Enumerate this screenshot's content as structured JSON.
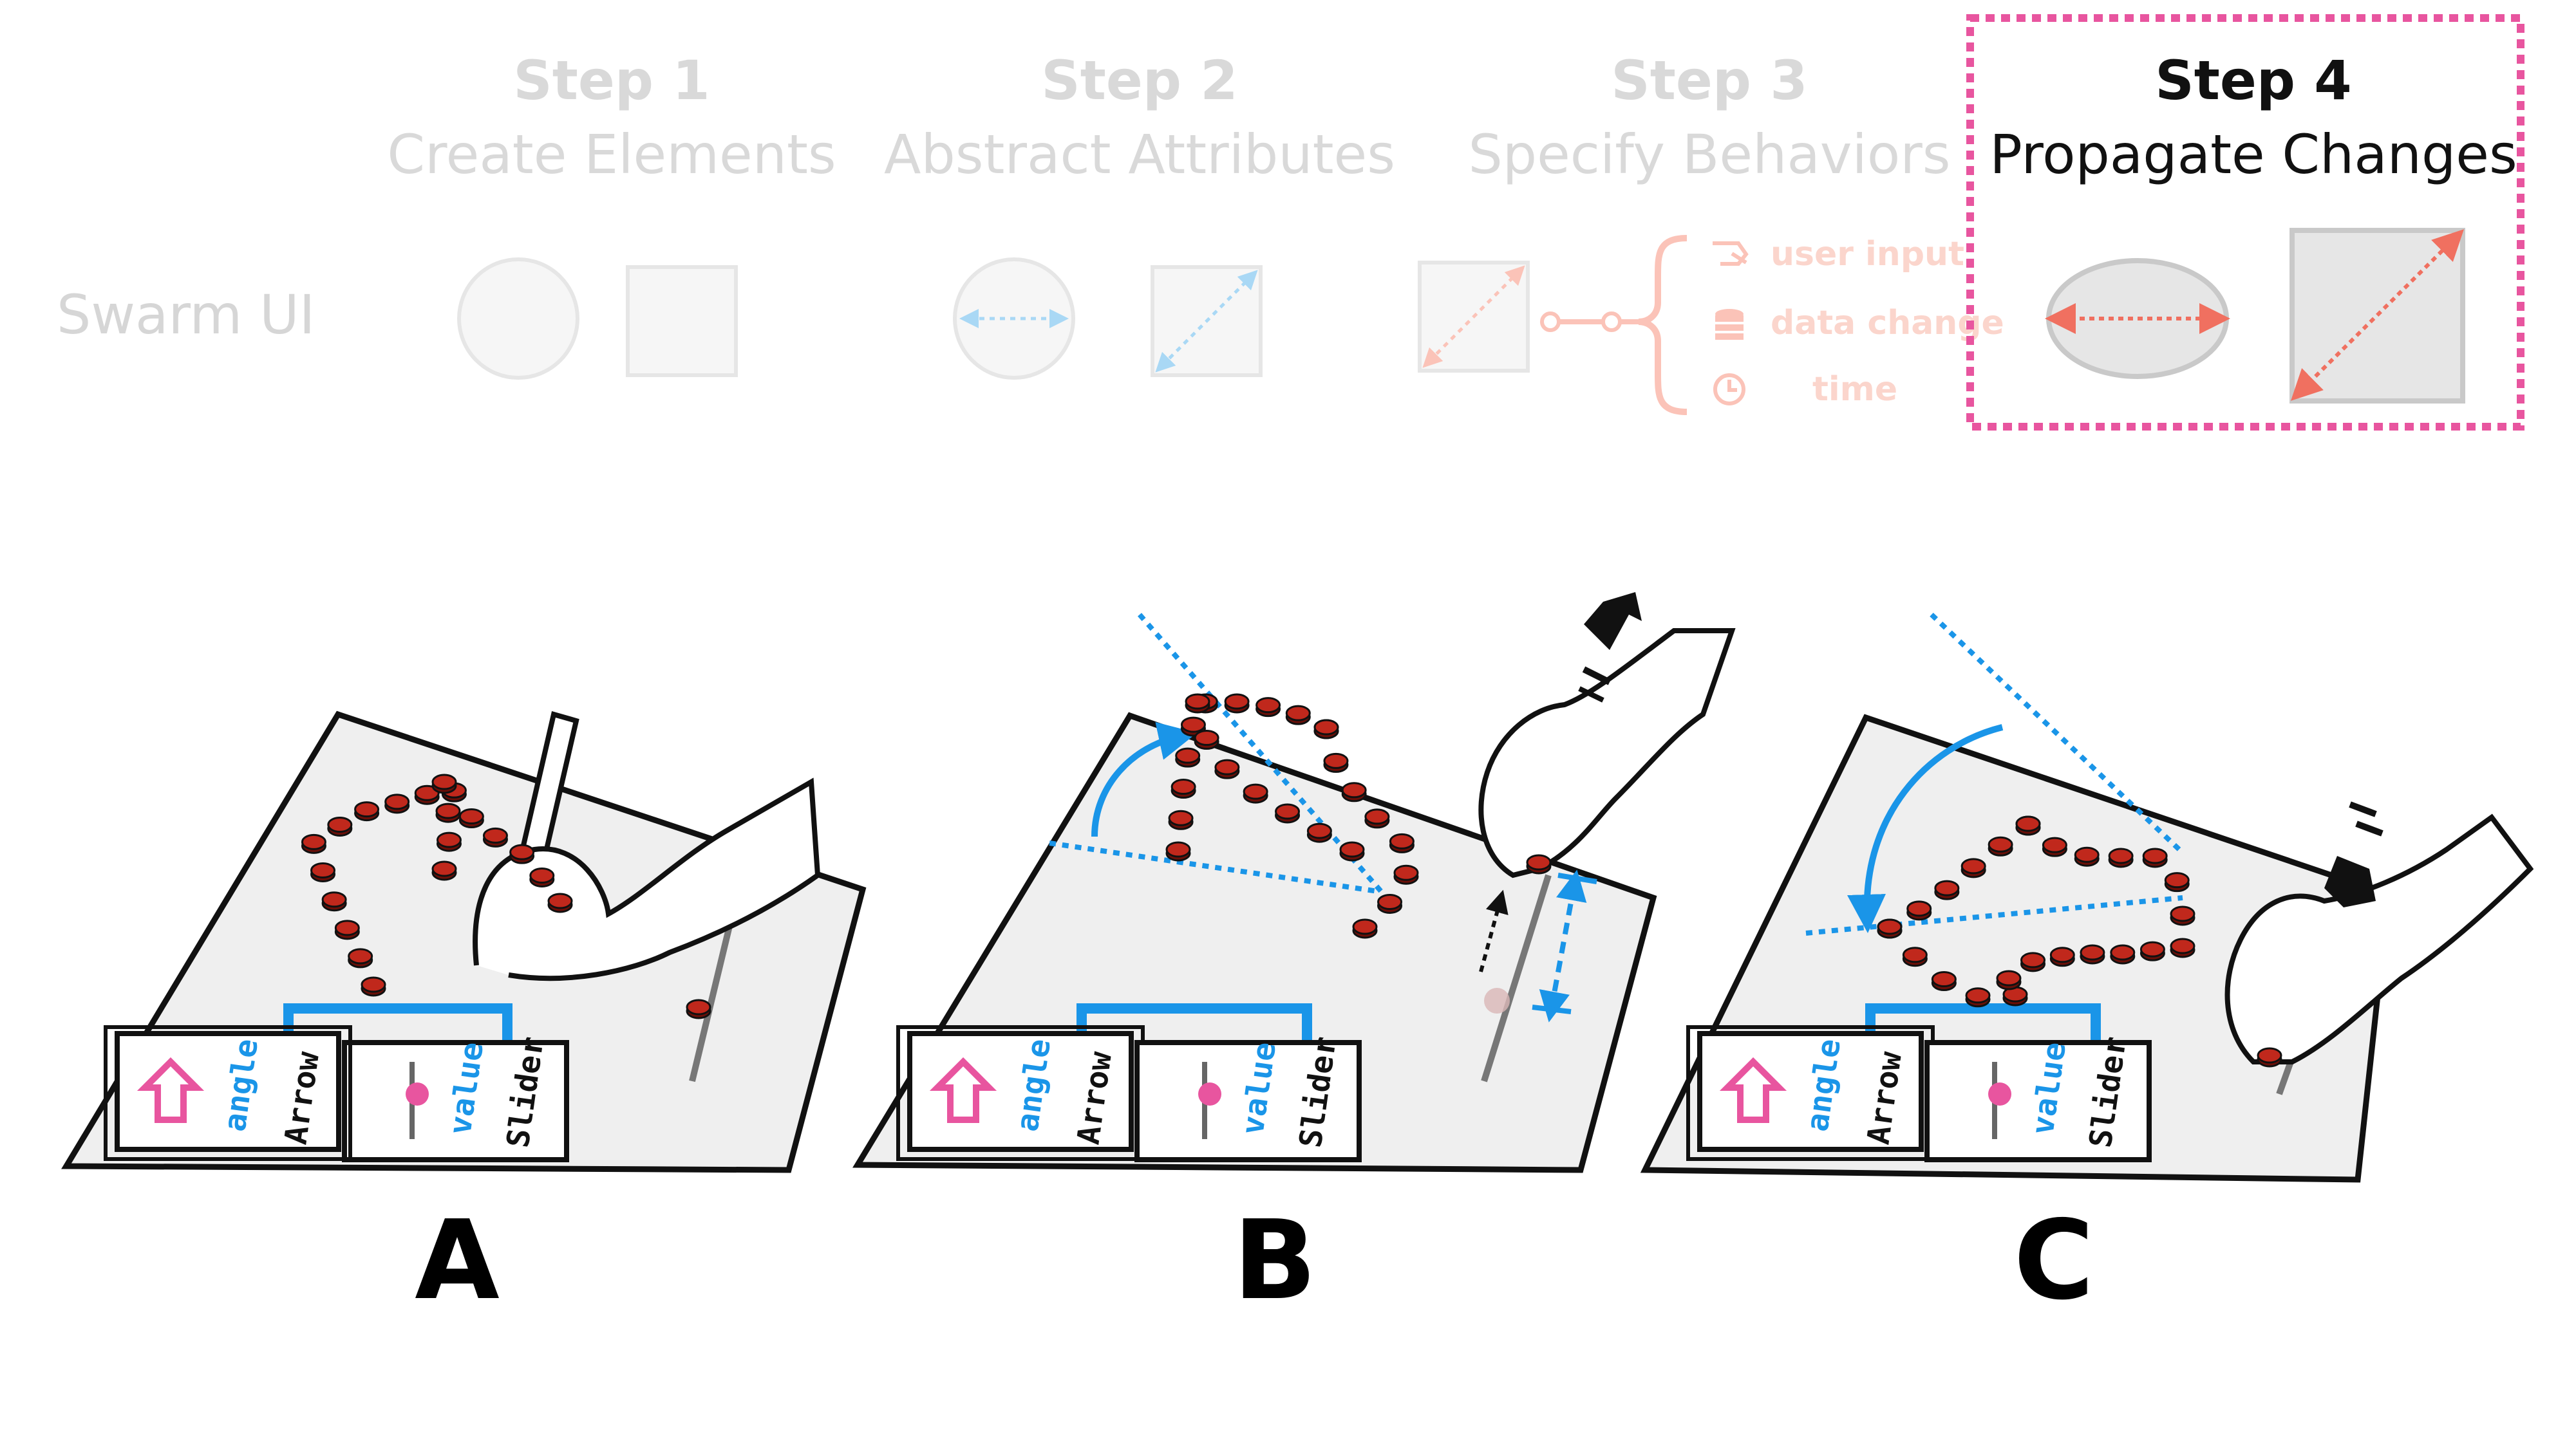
{
  "steps": [
    {
      "number": "Step 1",
      "name": "Create Elements",
      "active": false
    },
    {
      "number": "Step 2",
      "name": "Abstract Attributes",
      "active": false
    },
    {
      "number": "Step 3",
      "name": "Specify Behaviors",
      "active": false
    },
    {
      "number": "Step 4",
      "name": "Propagate Changes",
      "active": true
    }
  ],
  "row_label": "Swarm UI",
  "triggers": [
    {
      "label": "user input",
      "icon": "hand-icon"
    },
    {
      "label": "data change",
      "icon": "database-icon"
    },
    {
      "label": "time",
      "icon": "clock-icon"
    }
  ],
  "panels": [
    {
      "letter": "A",
      "card1": {
        "attr": "angle",
        "name": "Arrow"
      },
      "card2": {
        "attr": "value",
        "name": "Slider"
      }
    },
    {
      "letter": "B",
      "card1": {
        "attr": "angle",
        "name": "Arrow"
      },
      "card2": {
        "attr": "value",
        "name": "Slider"
      }
    },
    {
      "letter": "C",
      "card1": {
        "attr": "angle",
        "name": "Arrow"
      },
      "card2": {
        "attr": "value",
        "name": "Slider"
      }
    }
  ],
  "colors": {
    "highlight_border": "#e8559f",
    "faded_text": "#d9d9d9",
    "attribute_blue": "#1a95e8",
    "robot_red": "#c0281c",
    "arrow_salmon": "#f07060",
    "surface_gray": "#efefef"
  }
}
